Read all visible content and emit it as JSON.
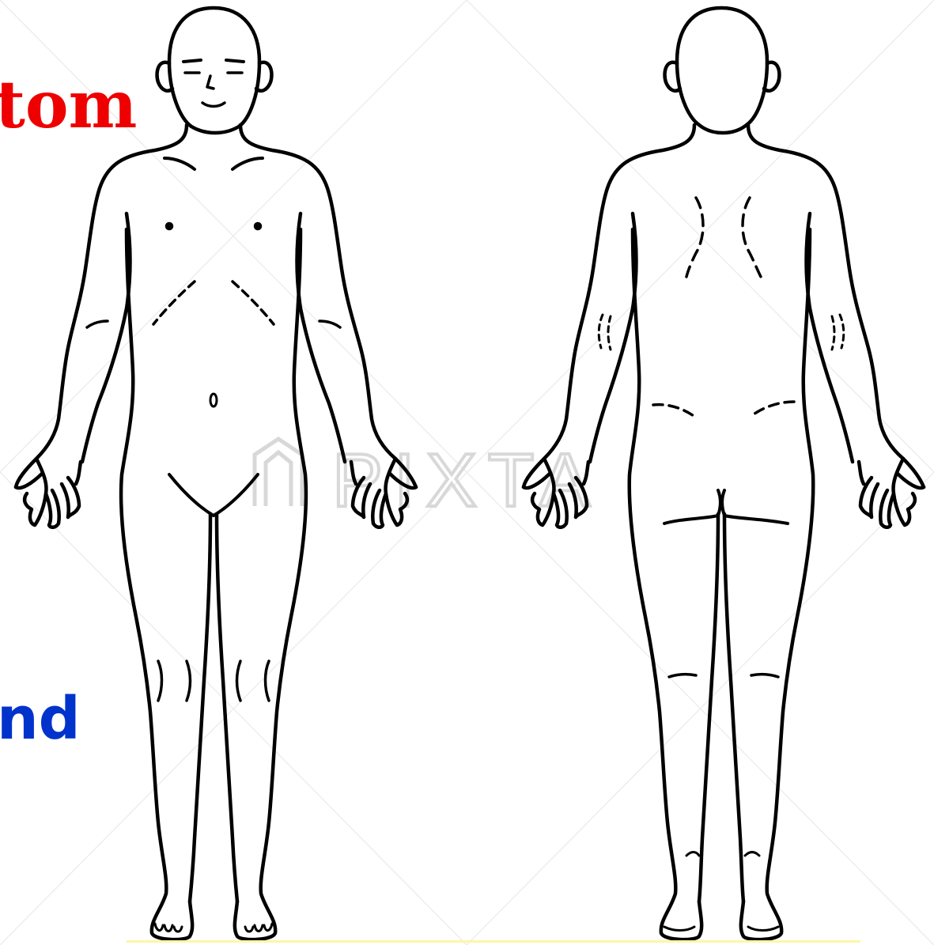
{
  "text_fragments": {
    "top_left": "tom",
    "bottom_left": "nd"
  },
  "watermark": {
    "text": "PIXTA"
  },
  "figures": {
    "front": "front-view-body-outline",
    "back": "back-view-body-outline"
  },
  "colors": {
    "top_text": "#ee0000",
    "bottom_text": "#0033cc",
    "outline": "#000000",
    "watermark": "#dcdcdc",
    "underline": "#fdf6a6"
  }
}
